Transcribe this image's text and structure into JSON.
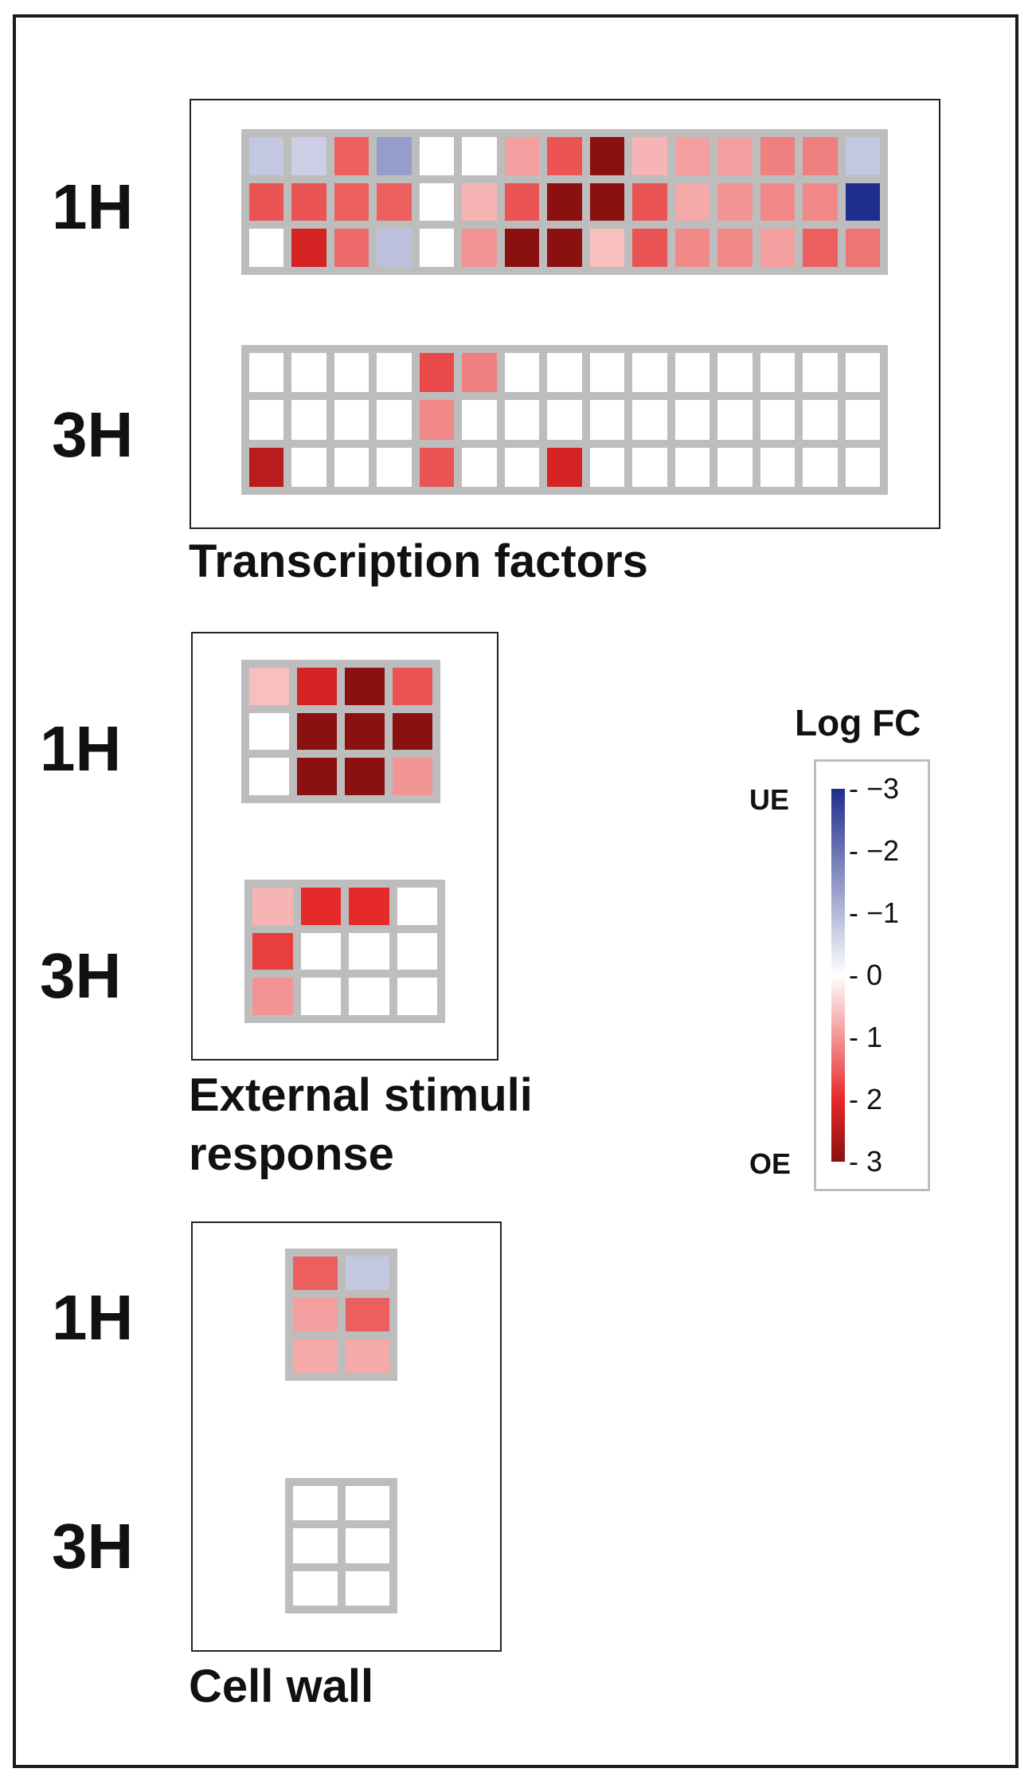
{
  "chart_data": {
    "type": "heatmap",
    "legend": {
      "title": "Log FC",
      "ticks": [
        "−3",
        "−2",
        "−1",
        "0",
        "1",
        "2",
        "3"
      ],
      "tick_values": [
        -3,
        -2,
        -1,
        0,
        1,
        2,
        3
      ],
      "end_labels": {
        "top": "UE",
        "bottom": "OE"
      },
      "colors": {
        "negative": "#1f2d8c",
        "zero": "#ffffff",
        "positive": "#8b1010"
      }
    },
    "groups": [
      {
        "label": "Transcription factors",
        "panels": [
          {
            "time": "1H",
            "rows": [
              [
                -0.8,
                -0.7,
                1.5,
                -1.4,
                0,
                0,
                0.9,
                1.6,
                3,
                0.7,
                0.9,
                0.9,
                1.2,
                1.2,
                -0.8
              ],
              [
                1.6,
                1.6,
                1.5,
                1.5,
                0,
                0.7,
                1.6,
                3,
                3,
                1.6,
                0.8,
                1,
                1.1,
                1.1,
                -3
              ],
              [
                0,
                2.2,
                1.4,
                -0.9,
                0,
                1,
                3,
                3,
                0.6,
                1.6,
                1.1,
                1.1,
                0.9,
                1.5,
                1.3
              ]
            ]
          },
          {
            "time": "3H",
            "rows": [
              [
                0,
                0,
                0,
                0,
                1.7,
                1.2,
                0,
                0,
                0,
                0,
                0,
                0,
                0,
                0,
                0
              ],
              [
                0,
                0,
                0,
                0,
                1.1,
                0,
                0,
                0,
                0,
                0,
                0,
                0,
                0,
                0,
                0
              ],
              [
                2.5,
                0,
                0,
                0,
                1.6,
                0,
                0,
                2.2,
                0,
                0,
                0,
                0,
                0,
                0,
                0
              ]
            ]
          }
        ]
      },
      {
        "label_lines": [
          "External stimuli",
          "response"
        ],
        "panels": [
          {
            "time": "1H",
            "rows": [
              [
                0.6,
                2.2,
                3,
                1.6
              ],
              [
                0,
                3,
                3,
                3
              ],
              [
                0,
                3,
                3,
                1
              ]
            ]
          },
          {
            "time": "3H",
            "rows": [
              [
                0.7,
                2,
                2,
                0
              ],
              [
                1.8,
                0,
                0,
                0
              ],
              [
                1,
                0,
                0,
                0
              ]
            ]
          }
        ]
      },
      {
        "label": "Cell wall",
        "panels": [
          {
            "time": "1H",
            "rows": [
              [
                1.5,
                -0.8
              ],
              [
                0.9,
                1.5
              ],
              [
                0.8,
                0.8
              ]
            ]
          },
          {
            "time": "3H",
            "rows": [
              [
                0,
                0
              ],
              [
                0,
                0
              ],
              [
                0,
                0
              ]
            ]
          }
        ]
      }
    ]
  }
}
